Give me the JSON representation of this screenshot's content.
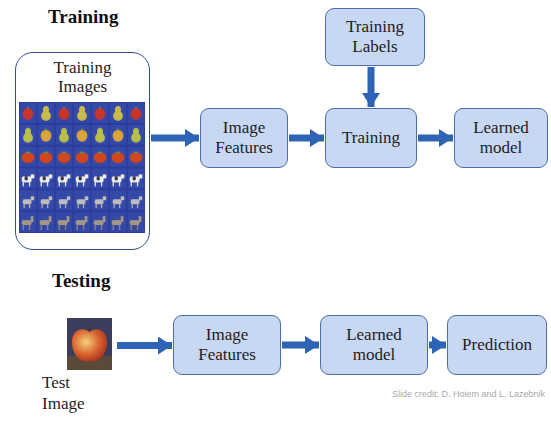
{
  "diagram": {
    "nodes": [
      {
        "text": [
          "Training Images"
        ]
      },
      {
        "text": [
          "Training Labels"
        ]
      },
      {
        "text": [
          "Image Features"
        ]
      },
      {
        "text": [
          "Training"
        ]
      },
      {
        "text": [
          "Learned model"
        ]
      },
      {
        "text": [
          "Test Image"
        ]
      },
      {
        "text": [
          "Image Features"
        ]
      },
      {
        "text": [
          "Learned model"
        ]
      },
      {
        "text": [
          "Prediction"
        ]
      }
    ],
    "edges": [
      {
        "from": 0,
        "to": 2,
        "arrow": "to"
      },
      {
        "from": 2,
        "to": 3,
        "arrow": "to"
      },
      {
        "from": 1,
        "to": 3,
        "arrow": "to"
      },
      {
        "from": 3,
        "to": 4,
        "arrow": "to"
      },
      {
        "from": 5,
        "to": 6,
        "arrow": "to"
      },
      {
        "from": 6,
        "to": 7,
        "arrow": "to"
      },
      {
        "from": 7,
        "to": 8,
        "arrow": "to"
      }
    ],
    "labels": [
      "Training",
      "Testing",
      "Slide credit: D. Hoiem and L. Lazebnik"
    ]
  }
}
